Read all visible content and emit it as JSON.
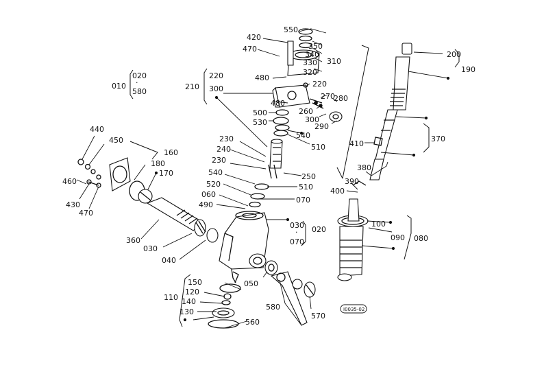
{
  "diagram_code": "I0035-02",
  "labels": {
    "010": "010",
    "020a": "020",
    "580a": "580",
    "420": "420",
    "550": "550",
    "350": "350",
    "340": "340",
    "330": "330",
    "310": "310",
    "320": "320",
    "470a": "470",
    "480a": "480",
    "220a": "220",
    "210": "210",
    "300a": "300",
    "220b": "220",
    "270": "270",
    "280": "280",
    "480b": "480",
    "260": "260",
    "300b": "300",
    "290": "290",
    "500": "500",
    "530": "530",
    "540a": "540",
    "510a": "510",
    "200": "200",
    "190": "190",
    "370": "370",
    "410": "410",
    "380": "380",
    "390": "390",
    "400": "400",
    "440": "440",
    "450": "450",
    "160": "160",
    "180": "180",
    "170": "170",
    "460": "460",
    "430": "430",
    "470b": "470",
    "230a": "230",
    "240": "240",
    "230b": "230",
    "250": "250",
    "540b": "540",
    "510b": "510",
    "520": "520",
    "060": "060",
    "070a": "070",
    "490": "490",
    "030a": "030",
    "070b": "070",
    "020b": "020",
    "360": "360",
    "030b": "030",
    "040": "040",
    "100": "100",
    "090": "090",
    "080": "080",
    "150": "150",
    "120": "120",
    "110": "110",
    "140": "140",
    "130": "130",
    "050": "050",
    "580b": "580",
    "570": "570",
    "560": "560"
  }
}
